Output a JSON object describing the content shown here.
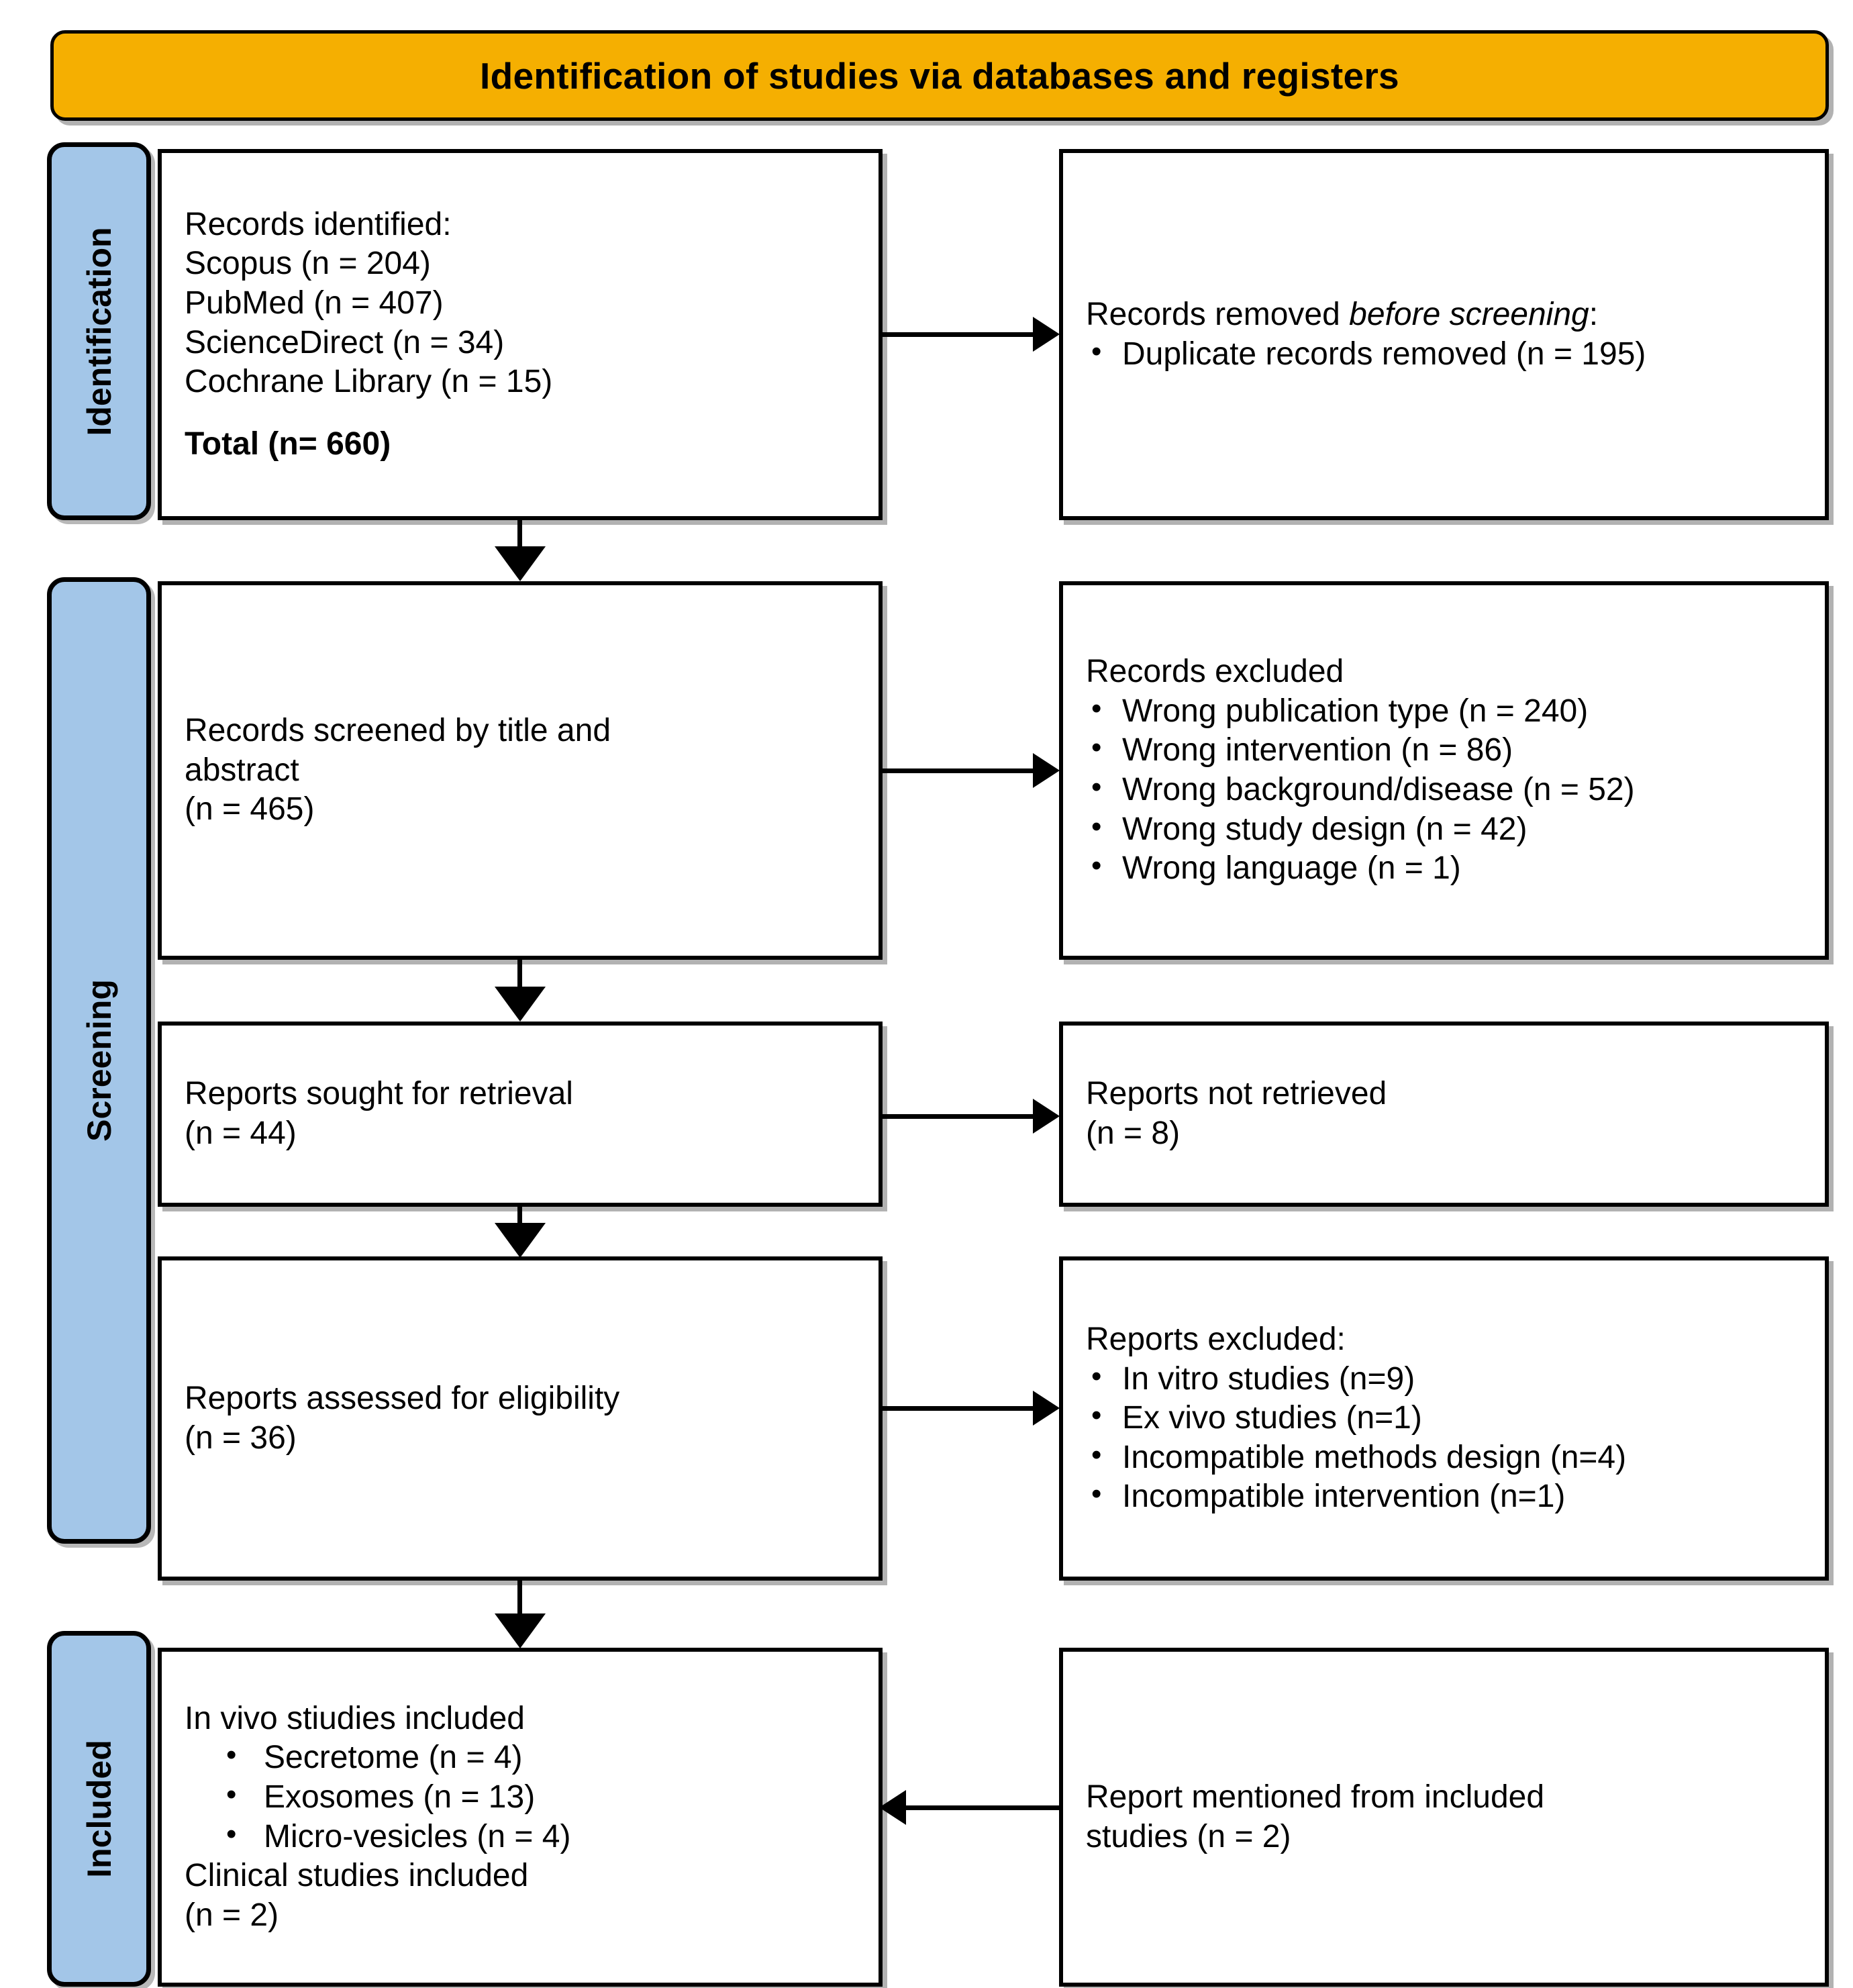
{
  "diagram": {
    "title": "Identification of studies via databases and registers",
    "colors": {
      "banner": "#F5AF01",
      "stage": "#A3C6E8",
      "border": "#000000",
      "box": "#FFFFFF"
    }
  },
  "stages": [
    {
      "id": "identification",
      "label": "Identification"
    },
    {
      "id": "screening",
      "label": "Screening"
    },
    {
      "id": "included",
      "label": "Included"
    }
  ],
  "boxes": {
    "identified": {
      "heading": "Records identified:",
      "sources": [
        "Scopus (n = 204)",
        "PubMed (n = 407)",
        "ScienceDirect (n = 34)",
        "Cochrane Library (n = 15)"
      ],
      "total": "Total (n= 660)"
    },
    "removed": {
      "heading_plain": "Records removed ",
      "heading_italic": "before screening",
      "heading_tail": ":",
      "bullets": [
        "Duplicate records removed (n = 195)"
      ]
    },
    "screened": {
      "lines": [
        "Records screened by title and",
        "abstract",
        "(n = 465)"
      ]
    },
    "records_excluded": {
      "heading": "Records excluded",
      "bullets": [
        "Wrong publication type (n = 240)",
        "Wrong intervention (n = 86)",
        "Wrong background/disease (n = 52)",
        "Wrong study design (n = 42)",
        "Wrong language (n = 1)"
      ]
    },
    "sought": {
      "lines": [
        "Reports sought for retrieval",
        "(n = 44)"
      ]
    },
    "not_retrieved": {
      "lines": [
        "Reports not retrieved",
        "(n = 8)"
      ]
    },
    "assessed": {
      "lines": [
        "Reports assessed for eligibility",
        "(n = 36)"
      ]
    },
    "reports_excluded": {
      "heading": "Reports excluded:",
      "bullets": [
        "In vitro studies (n=9)",
        "Ex vivo studies (n=1)",
        "Incompatible methods design (n=4)",
        "Incompatible intervention (n=1)"
      ]
    },
    "included": {
      "heading": "In vivo stiudies included",
      "bullets": [
        "Secretome (n = 4)",
        "Exosomes (n = 13)",
        "Micro-vesicles (n = 4)"
      ],
      "footer_lines": [
        "Clinical studies included",
        "(n = 2)"
      ]
    },
    "mentioned": {
      "lines": [
        "Report mentioned from included",
        "studies (n = 2)"
      ]
    }
  }
}
